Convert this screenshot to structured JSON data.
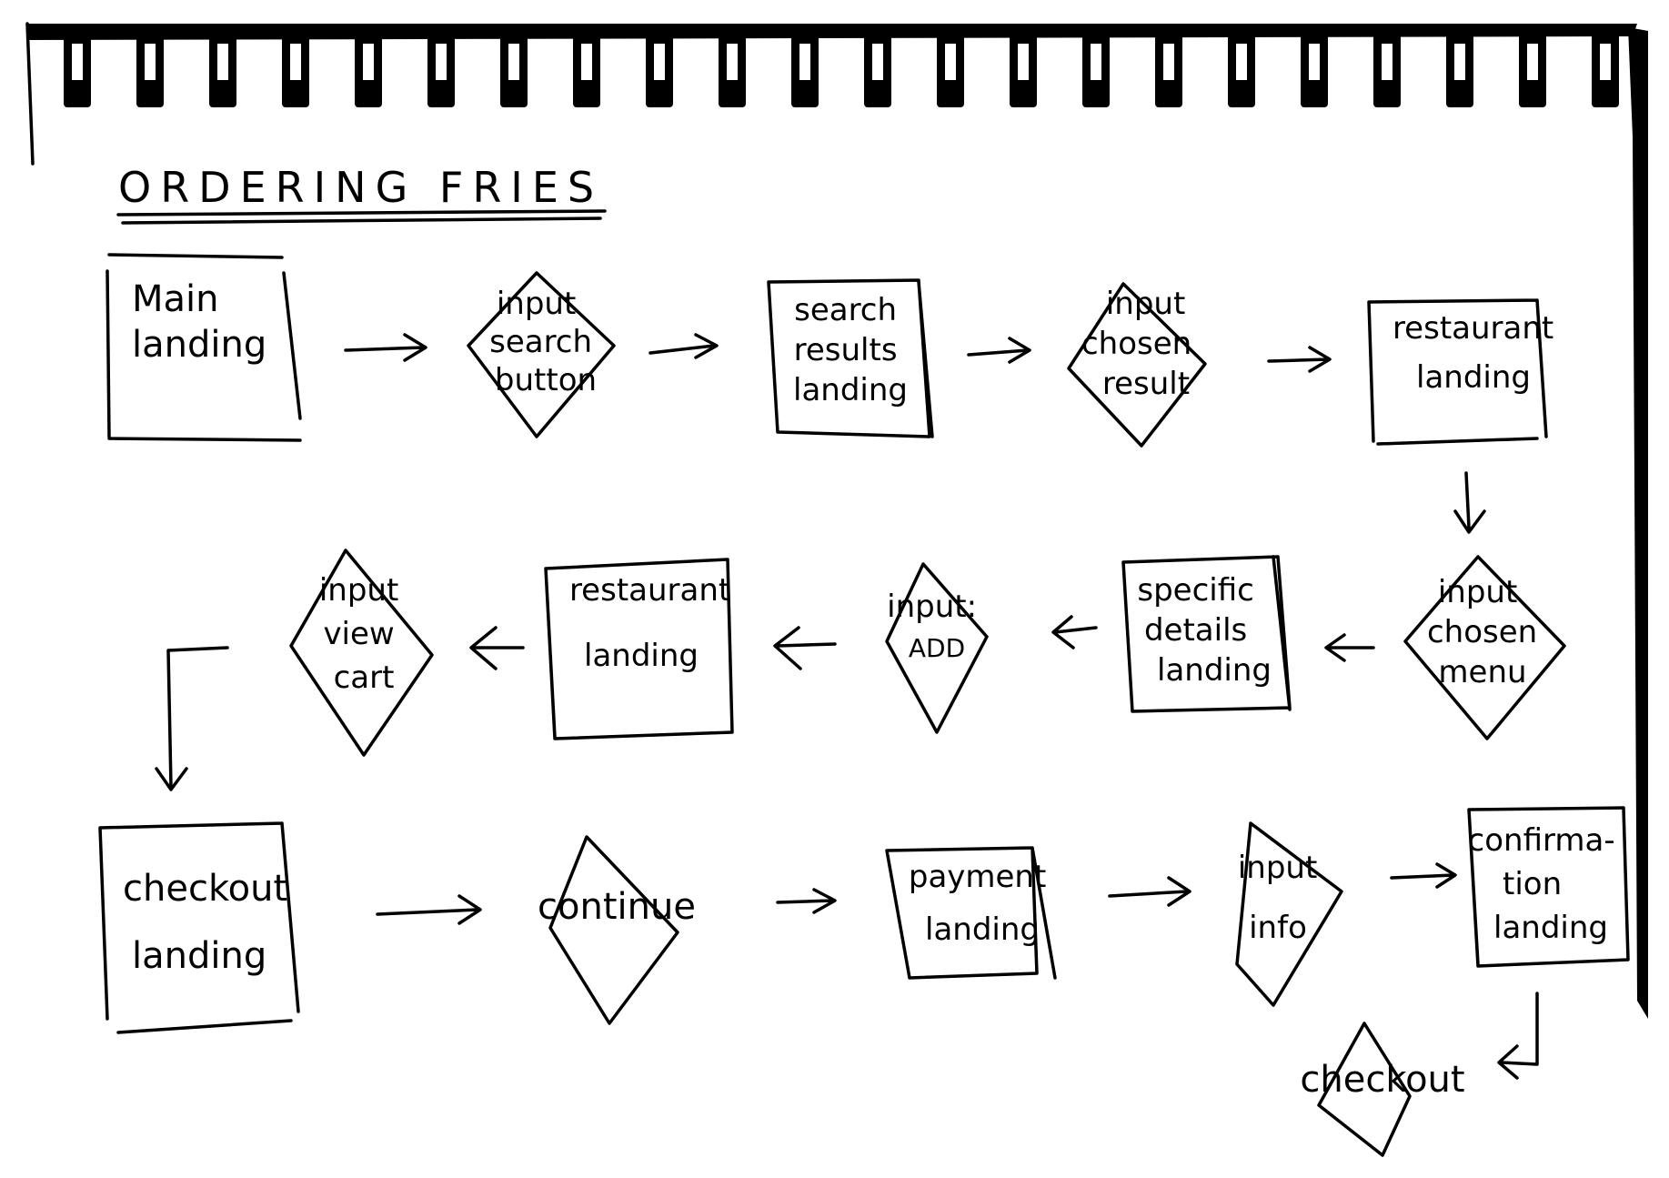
{
  "title": "ORDERING FRIES",
  "nodes": {
    "main_landing": {
      "lines": [
        "Main",
        "landing"
      ]
    },
    "input_search_button": {
      "lines": [
        "input",
        "search",
        "button"
      ]
    },
    "search_results_landing": {
      "lines": [
        "search",
        "results",
        "landing"
      ]
    },
    "input_chosen_result": {
      "lines": [
        "input",
        "chosen",
        "result"
      ]
    },
    "restaurant_landing_1": {
      "lines": [
        "restaurant",
        "landing"
      ]
    },
    "input_chosen_menu": {
      "lines": [
        "input",
        "chosen",
        "menu"
      ]
    },
    "specific_details_landing": {
      "lines": [
        "specific",
        "details",
        "landing"
      ]
    },
    "input_add": {
      "lines": [
        "input:",
        "ADD"
      ]
    },
    "restaurant_landing_2": {
      "lines": [
        "restaurant",
        "landing"
      ]
    },
    "input_view_cart": {
      "lines": [
        "input",
        "view",
        "cart"
      ]
    },
    "checkout_landing": {
      "lines": [
        "checkout",
        "landing"
      ]
    },
    "continue": {
      "lines": [
        "continue"
      ]
    },
    "payment_landing": {
      "lines": [
        "payment",
        "landing"
      ]
    },
    "input_info": {
      "lines": [
        "input",
        "info"
      ]
    },
    "confirmation_landing": {
      "lines": [
        "confirma-",
        "tion",
        "landing"
      ]
    },
    "checkout": {
      "lines": [
        "checkout"
      ]
    }
  }
}
